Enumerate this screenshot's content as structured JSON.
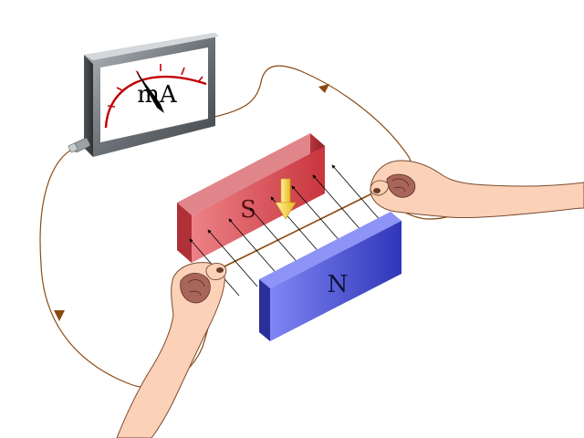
{
  "meter": {
    "unit_label": "mA"
  },
  "magnets": {
    "south_label": "S",
    "north_label": "N"
  },
  "colors": {
    "wire": "#8a4b12",
    "south_magnet": "#d9545c",
    "north_magnet": "#4a52d8",
    "skin": "#fbd2b8",
    "force_arrow": "#f2d23a",
    "meter_arc": "#c00000"
  },
  "icons": [
    "ammeter-icon",
    "magnet-icon",
    "hand-icon",
    "force-arrow-icon",
    "current-arrow-icon"
  ]
}
